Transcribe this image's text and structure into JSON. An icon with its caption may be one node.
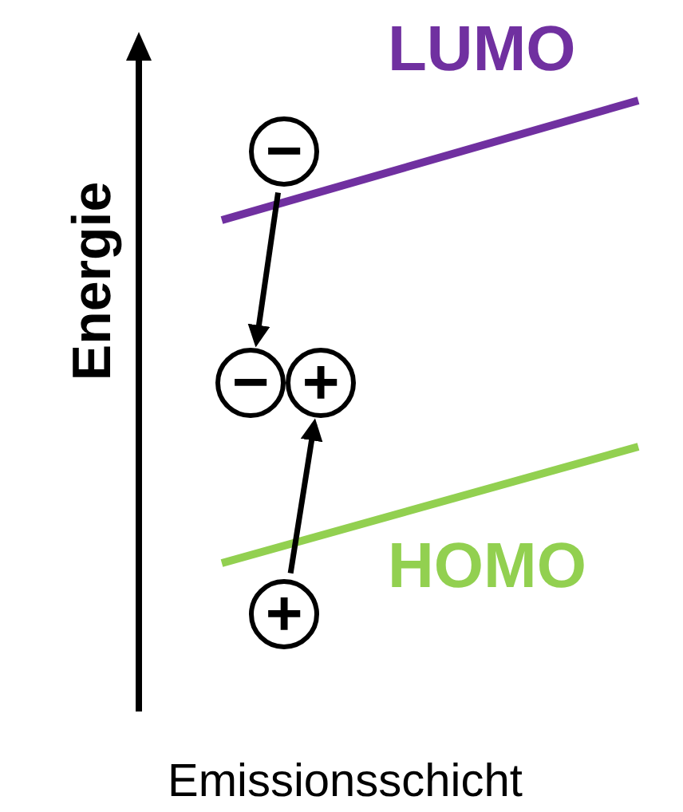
{
  "diagram": {
    "nodes": [
      {
        "text": [
          "−"
        ]
      },
      {
        "text": [
          "−"
        ]
      },
      {
        "text": [
          "+"
        ]
      },
      {
        "text": [
          "+"
        ]
      }
    ],
    "edges": [
      {
        "from": 0,
        "to": 1,
        "arrow": "to"
      },
      {
        "from": 3,
        "to": 2,
        "arrow": "to"
      }
    ],
    "labels": [
      "LUMO",
      "Energie",
      "HOMO",
      "Emissionsschicht"
    ]
  }
}
